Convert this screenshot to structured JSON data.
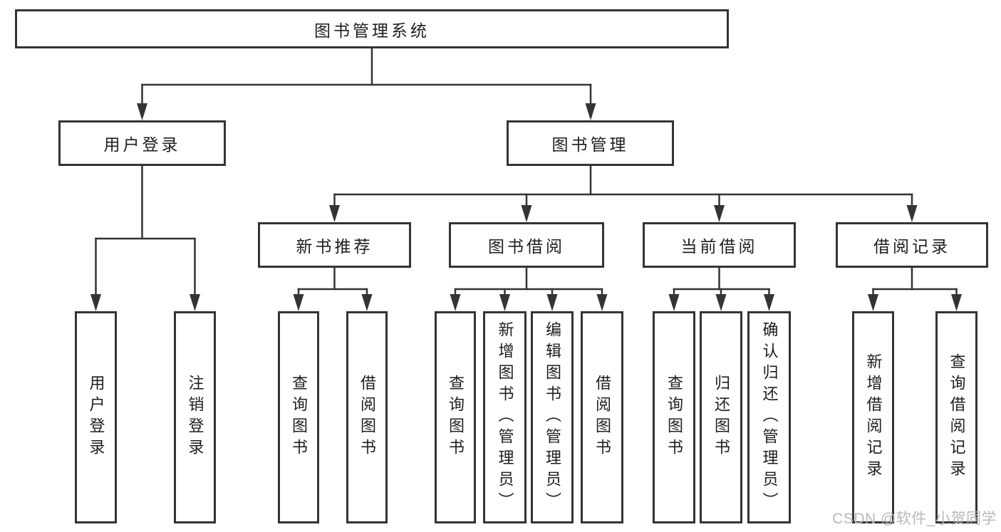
{
  "nodes": {
    "root": "图书管理系统",
    "user_login": "用户登录",
    "book_mgmt": "图书管理",
    "new_book_rec": "新书推荐",
    "book_borrow": "图书借阅",
    "current_borrow": "当前借阅",
    "borrow_records": "借阅记录",
    "leaves": {
      "login": [
        "用户登录",
        "注销登录"
      ],
      "new_book": [
        "查询图书",
        "借阅图书"
      ],
      "borrow": [
        "查询图书",
        "新增图书（管理员）",
        "编辑图书（管理员）",
        "借阅图书"
      ],
      "current": [
        "查询图书",
        "归还图书",
        "确认归还（管理员）"
      ],
      "records": [
        "新增借阅记录",
        "查询借阅记录"
      ]
    }
  },
  "watermark": "CSDN @软件_小贺同学",
  "colors": {
    "line": "#343434",
    "text": "#1e1e1e",
    "watermark": "#b8b8b8",
    "background": "#ffffff"
  }
}
